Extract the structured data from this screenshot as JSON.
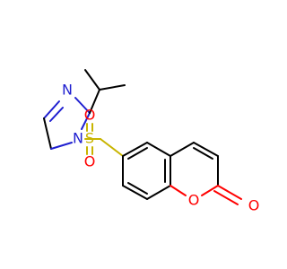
{
  "molecule": {
    "colors": {
      "bond": "#000000",
      "nitrogen": "#1f1fd0",
      "sulfur": "#c8b400",
      "oxygen": "#ff0000"
    },
    "atoms": {
      "imidazole_n3": "N",
      "imidazole_n1": "N",
      "sulfonyl_s": "S",
      "sulfonyl_o_top": "O",
      "sulfonyl_o_bottom": "O",
      "ring_o": "O",
      "carbonyl_o": "O"
    }
  }
}
